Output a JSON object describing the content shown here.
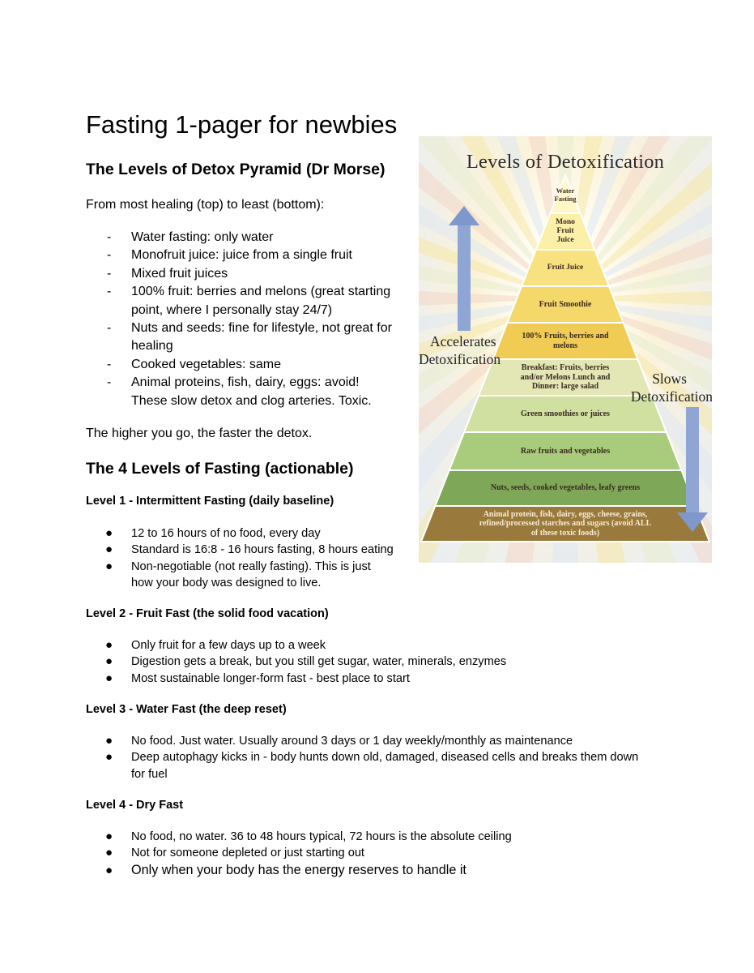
{
  "title": "Fasting 1-pager for newbies",
  "section1": {
    "heading": "The Levels of Detox Pyramid (Dr Morse)",
    "intro": "From most healing (top) to least (bottom):",
    "items": [
      "Water fasting: only water",
      "Monofruit juice: juice from a single fruit",
      "Mixed fruit juices",
      "100% fruit: berries and melons (great starting",
      "point, where I personally stay 24/7)",
      "Nuts and seeds: fine for lifestyle, not great for",
      "healing",
      "Cooked vegetables: same",
      "Animal proteins, fish, dairy, eggs: avoid!",
      "These slow detox and clog arteries. Toxic."
    ],
    "outro": "The higher you go, the faster the detox."
  },
  "section2": {
    "heading": "The 4 Levels of Fasting (actionable)",
    "levels": [
      {
        "title": "Level 1 - Intermittent Fasting (daily baseline)",
        "items": [
          "12 to 16 hours of no food, every day",
          "Standard is 16:8 - 16 hours fasting, 8 hours eating",
          "Non-negotiable (not really fasting). This is just",
          "how your body was designed to live."
        ]
      },
      {
        "title": "Level 2 - Fruit Fast (the solid food vacation)",
        "items": [
          "Only fruit for a few days up to a week",
          "Digestion gets a break, but you still get sugar, water, minerals, enzymes",
          "Most sustainable longer-form fast - best place to start"
        ]
      },
      {
        "title": "Level 3 - Water Fast (the deep reset)",
        "items": [
          "No food. Just water. Usually around 3 days or 1 day weekly/monthly as maintenance",
          "Deep autophagy kicks in - body hunts down old, damaged, diseased cells and breaks them down",
          "for fuel"
        ]
      },
      {
        "title": "Level 4 - Dry Fast",
        "items": [
          "No food, no water. 36 to 48 hours typical, 72 hours is the absolute ceiling",
          "Not for someone depleted or just starting out",
          "Only when your body has the energy reserves to handle it"
        ]
      }
    ]
  },
  "markers": {
    "dash": "-",
    "bullet": "●"
  },
  "pyramid": {
    "title": "Levels of Detoxification",
    "left_label": [
      "Accelerates",
      "Detoxification"
    ],
    "right_label": [
      "Slows",
      "Detoxification"
    ],
    "tiers": [
      {
        "lines": [
          "Water",
          "Fasting"
        ],
        "color": "#fff7c8"
      },
      {
        "lines": [
          "Mono",
          "Fruit",
          "Juice"
        ],
        "color": "#fcefa8"
      },
      {
        "lines": [
          "Fruit Juice"
        ],
        "color": "#f8e27f"
      },
      {
        "lines": [
          "Fruit Smoothie"
        ],
        "color": "#f5d86a"
      },
      {
        "lines": [
          "100% Fruits, berries and",
          "melons"
        ],
        "color": "#f0cc55"
      },
      {
        "lines": [
          "Breakfast: Fruits, berries",
          "and/or Melons Lunch and",
          "Dinner: large salad"
        ],
        "color": "#e3e7b6"
      },
      {
        "lines": [
          "Green smoothies or juices"
        ],
        "color": "#cfe0a0"
      },
      {
        "lines": [
          "Raw fruits and vegetables"
        ],
        "color": "#a9cc7c"
      },
      {
        "lines": [
          "Nuts, seeds, cooked vegetables, leafy greens"
        ],
        "color": "#7ea857"
      },
      {
        "lines": [
          "Animal protein, fish, dairy, eggs, cheese, grains,",
          "refined/processed starches and sugars (avoid ALL",
          "of these toxic foods)"
        ],
        "color": "#9a7a3c"
      }
    ]
  }
}
